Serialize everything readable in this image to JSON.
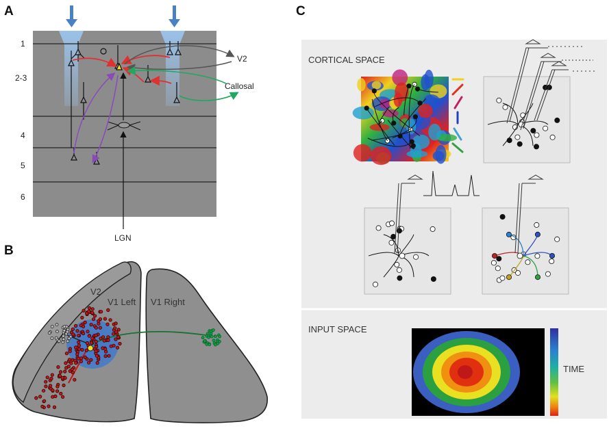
{
  "panels": {
    "a": {
      "letter": "A",
      "layer_labels": [
        "1",
        "2-3",
        "4",
        "5",
        "6"
      ],
      "target_labels": {
        "v2": "V2",
        "callosal": "Callosal"
      },
      "input_label": "LGN",
      "colors": {
        "background": "#8c8c8c",
        "input_arrow": "#4a80c4",
        "column_glow": "#9cc4ee",
        "red_connection": "#e03030",
        "green_connection": "#1fa860",
        "purple_connection": "#8a4ab8"
      }
    },
    "b": {
      "letter": "B",
      "area_labels": {
        "v2": "V2",
        "v1_left": "V1 Left",
        "v1_right": "V1 Right"
      },
      "colors": {
        "hemisphere": "#8f8f8f",
        "v1_spread": "#3a78d0",
        "local_cells": "#c01818",
        "v2_cells": "#303030",
        "callosal_cells": "#1a9a40",
        "injection_site": "#f0e020"
      }
    },
    "c": {
      "letter": "C",
      "cortical_space_label": "CORTICAL SPACE",
      "input_space_label": "INPUT SPACE",
      "time_label": "TIME",
      "colors": {
        "panel_background": "#ececec",
        "map_background": "#000000",
        "rings": [
          "#3a5fc0",
          "#2aa040",
          "#e8e020",
          "#f09010",
          "#e03010",
          "#c01818"
        ],
        "colorbar": [
          "#3030a0",
          "#2a80d0",
          "#20b0a0",
          "#60c040",
          "#e0e020",
          "#f08010",
          "#e02010"
        ]
      }
    }
  }
}
